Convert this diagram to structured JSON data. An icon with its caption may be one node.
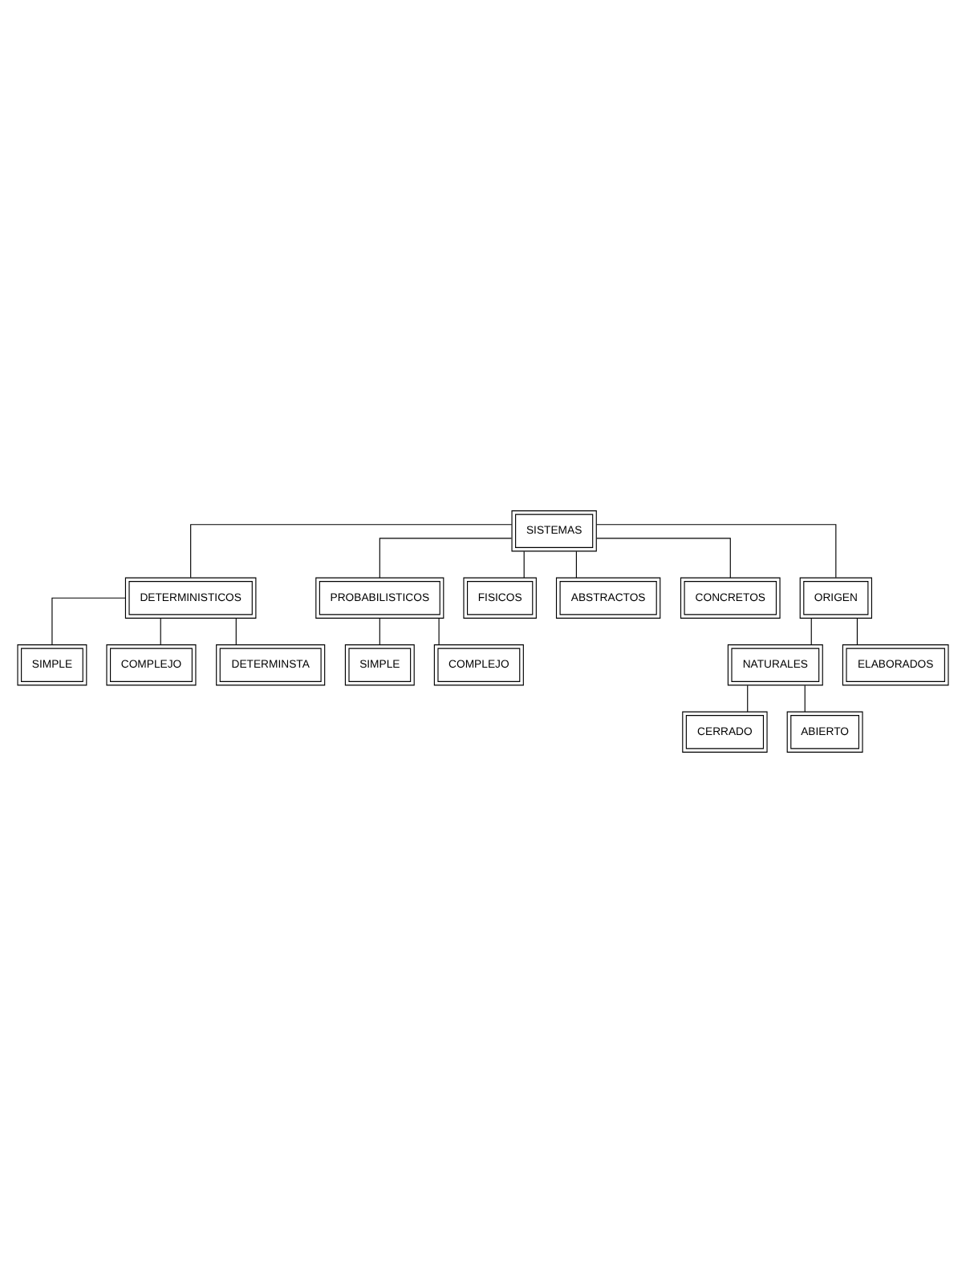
{
  "diagram": {
    "nodes": [
      {
        "text": [
          "SISTEMAS"
        ]
      },
      {
        "text": [
          "DETERMINISTICOS"
        ]
      },
      {
        "text": [
          "SIMPLE"
        ]
      },
      {
        "text": [
          "COMPLEJO"
        ]
      },
      {
        "text": [
          "DETERMINSTA"
        ]
      },
      {
        "text": [
          "PROBABILISTICOS"
        ]
      },
      {
        "text": [
          "SIMPLE"
        ]
      },
      {
        "text": [
          "COMPLEJO"
        ]
      },
      {
        "text": [
          "FISICOS"
        ]
      },
      {
        "text": [
          "ABSTRACTOS"
        ]
      },
      {
        "text": [
          "CONCRETOS"
        ]
      },
      {
        "text": [
          "ORIGEN"
        ]
      },
      {
        "text": [
          "NATURALES"
        ]
      },
      {
        "text": [
          "ELABORADOS"
        ]
      },
      {
        "text": [
          "CERRADO"
        ]
      },
      {
        "text": [
          "ABIERTO"
        ]
      }
    ],
    "edges": [
      {
        "from": 0,
        "to": 1,
        "arrow": "none"
      },
      {
        "from": 1,
        "to": 2,
        "arrow": "none"
      },
      {
        "from": 1,
        "to": 3,
        "arrow": "none"
      },
      {
        "from": 1,
        "to": 4,
        "arrow": "none"
      },
      {
        "from": 0,
        "to": 5,
        "arrow": "none"
      },
      {
        "from": 5,
        "to": 6,
        "arrow": "none"
      },
      {
        "from": 5,
        "to": 7,
        "arrow": "none"
      },
      {
        "from": 0,
        "to": 8,
        "arrow": "none"
      },
      {
        "from": 0,
        "to": 9,
        "arrow": "none"
      },
      {
        "from": 0,
        "to": 10,
        "arrow": "none"
      },
      {
        "from": 0,
        "to": 11,
        "arrow": "none"
      },
      {
        "from": 11,
        "to": 12,
        "arrow": "none"
      },
      {
        "from": 11,
        "to": 13,
        "arrow": "none"
      },
      {
        "from": 12,
        "to": 14,
        "arrow": "none"
      },
      {
        "from": 12,
        "to": 15,
        "arrow": "none"
      }
    ]
  }
}
